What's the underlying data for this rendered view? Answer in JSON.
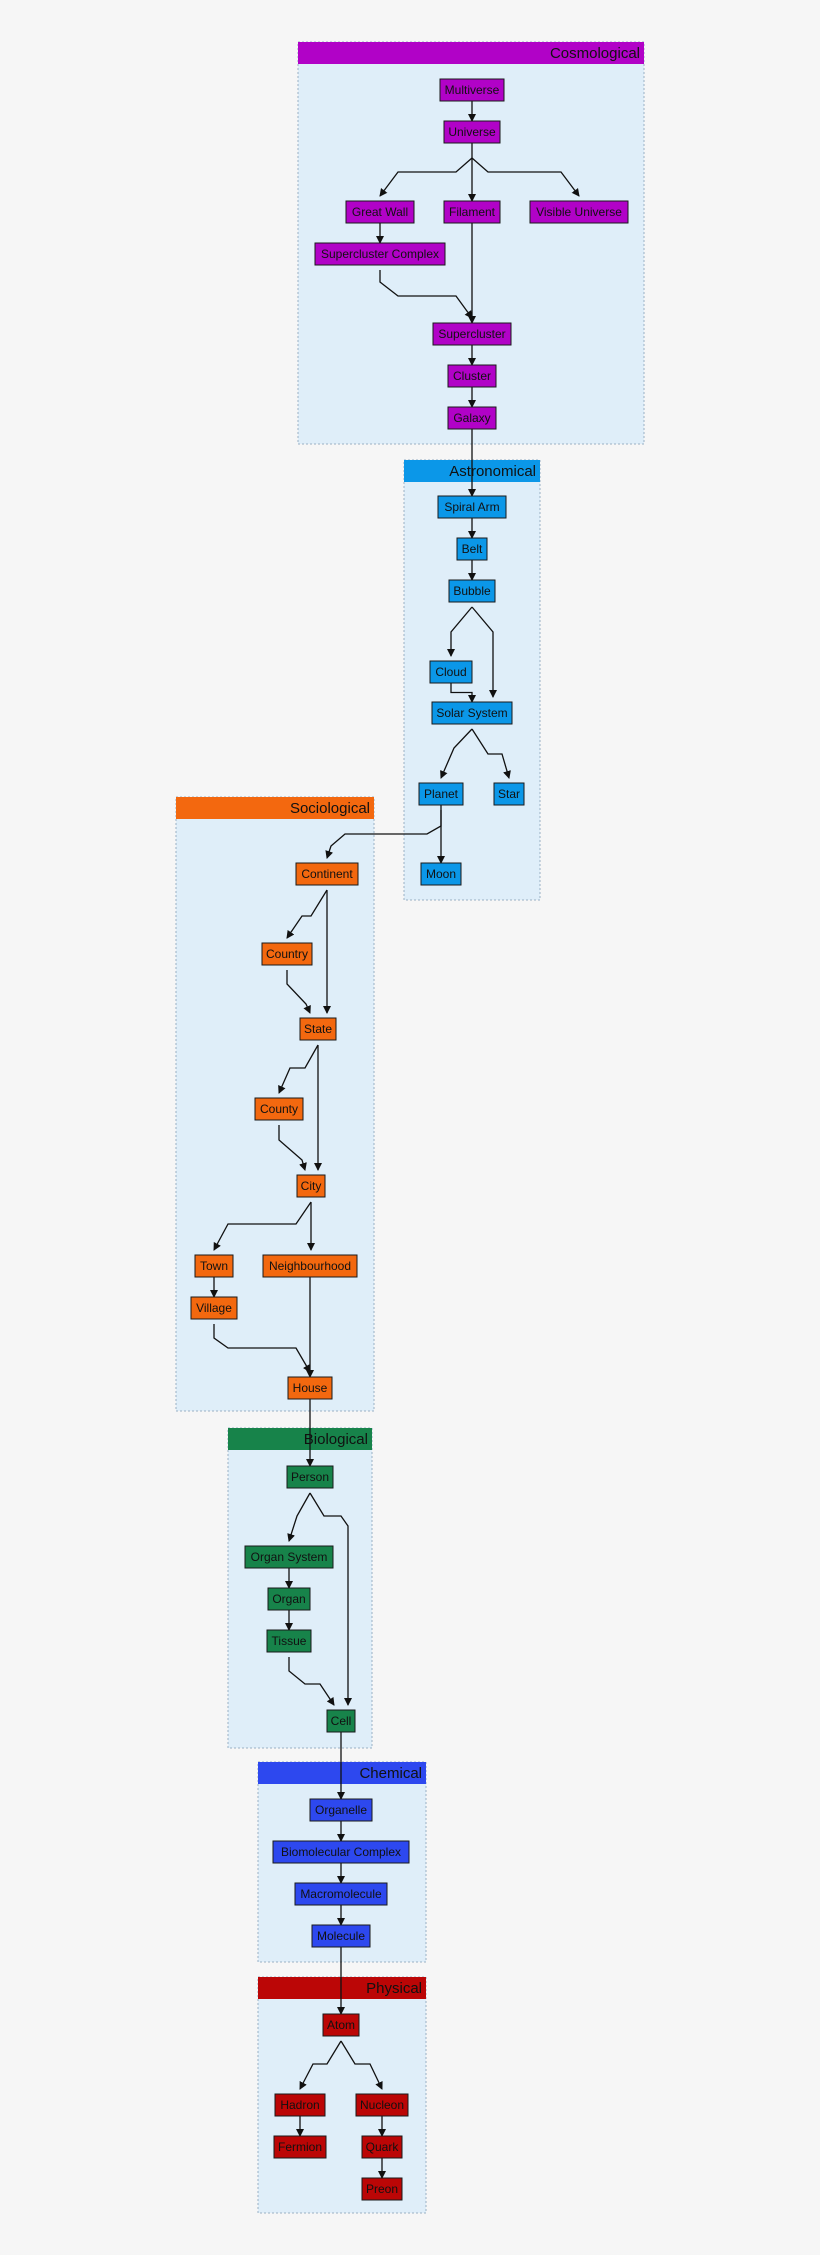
{
  "groups": [
    {
      "id": "cosmological",
      "title": "Cosmological",
      "color": "#b102c7",
      "nodes": [
        {
          "id": "multiverse",
          "label": "Multiverse"
        },
        {
          "id": "universe",
          "label": "Universe"
        },
        {
          "id": "great-wall",
          "label": "Great Wall"
        },
        {
          "id": "filament",
          "label": "Filament"
        },
        {
          "id": "visible-universe",
          "label": "Visible Universe"
        },
        {
          "id": "supercluster-complex",
          "label": "Supercluster Complex"
        },
        {
          "id": "supercluster",
          "label": "Supercluster"
        },
        {
          "id": "cluster",
          "label": "Cluster"
        },
        {
          "id": "galaxy",
          "label": "Galaxy"
        }
      ]
    },
    {
      "id": "astronomical",
      "title": "Astronomical",
      "color": "#0b97e8",
      "nodes": [
        {
          "id": "spiral-arm",
          "label": "Spiral Arm"
        },
        {
          "id": "belt",
          "label": "Belt"
        },
        {
          "id": "bubble",
          "label": "Bubble"
        },
        {
          "id": "cloud",
          "label": "Cloud"
        },
        {
          "id": "solar-system",
          "label": "Solar System"
        },
        {
          "id": "planet",
          "label": "Planet"
        },
        {
          "id": "star",
          "label": "Star"
        },
        {
          "id": "moon",
          "label": "Moon"
        }
      ]
    },
    {
      "id": "sociological",
      "title": "Sociological",
      "color": "#f3680f",
      "nodes": [
        {
          "id": "continent",
          "label": "Continent"
        },
        {
          "id": "country",
          "label": "Country"
        },
        {
          "id": "state",
          "label": "State"
        },
        {
          "id": "county",
          "label": "County"
        },
        {
          "id": "city",
          "label": "City"
        },
        {
          "id": "town",
          "label": "Town"
        },
        {
          "id": "neighbourhood",
          "label": "Neighbourhood"
        },
        {
          "id": "village",
          "label": "Village"
        },
        {
          "id": "house",
          "label": "House"
        }
      ]
    },
    {
      "id": "biological",
      "title": "Biological",
      "color": "#17834a",
      "nodes": [
        {
          "id": "person",
          "label": "Person"
        },
        {
          "id": "organ-system",
          "label": "Organ System"
        },
        {
          "id": "organ",
          "label": "Organ"
        },
        {
          "id": "tissue",
          "label": "Tissue"
        },
        {
          "id": "cell",
          "label": "Cell"
        }
      ]
    },
    {
      "id": "chemical",
      "title": "Chemical",
      "color": "#2d48ef",
      "nodes": [
        {
          "id": "organelle",
          "label": "Organelle"
        },
        {
          "id": "biomolecular-complex",
          "label": "Biomolecular Complex"
        },
        {
          "id": "macromolecule",
          "label": "Macromolecule"
        },
        {
          "id": "molecule",
          "label": "Molecule"
        }
      ]
    },
    {
      "id": "physical",
      "title": "Physical",
      "color": "#bb0606",
      "nodes": [
        {
          "id": "atom",
          "label": "Atom"
        },
        {
          "id": "hadron",
          "label": "Hadron"
        },
        {
          "id": "nucleon",
          "label": "Nucleon"
        },
        {
          "id": "fermion",
          "label": "Fermion"
        },
        {
          "id": "quark",
          "label": "Quark"
        },
        {
          "id": "preon",
          "label": "Preon"
        }
      ]
    }
  ],
  "edges": [
    [
      "multiverse",
      "universe"
    ],
    [
      "universe",
      "great-wall"
    ],
    [
      "universe",
      "filament"
    ],
    [
      "universe",
      "visible-universe"
    ],
    [
      "great-wall",
      "supercluster-complex"
    ],
    [
      "filament",
      "supercluster"
    ],
    [
      "supercluster-complex",
      "supercluster"
    ],
    [
      "supercluster",
      "cluster"
    ],
    [
      "cluster",
      "galaxy"
    ],
    [
      "galaxy",
      "spiral-arm"
    ],
    [
      "spiral-arm",
      "belt"
    ],
    [
      "belt",
      "bubble"
    ],
    [
      "bubble",
      "cloud"
    ],
    [
      "bubble",
      "solar-system"
    ],
    [
      "cloud",
      "solar-system"
    ],
    [
      "solar-system",
      "planet"
    ],
    [
      "solar-system",
      "star"
    ],
    [
      "planet",
      "moon"
    ],
    [
      "planet",
      "continent"
    ],
    [
      "continent",
      "country"
    ],
    [
      "continent",
      "state"
    ],
    [
      "country",
      "state"
    ],
    [
      "state",
      "county"
    ],
    [
      "state",
      "city"
    ],
    [
      "county",
      "city"
    ],
    [
      "city",
      "town"
    ],
    [
      "city",
      "neighbourhood"
    ],
    [
      "town",
      "village"
    ],
    [
      "village",
      "house"
    ],
    [
      "neighbourhood",
      "house"
    ],
    [
      "house",
      "person"
    ],
    [
      "person",
      "organ-system"
    ],
    [
      "person",
      "cell"
    ],
    [
      "organ-system",
      "organ"
    ],
    [
      "organ",
      "tissue"
    ],
    [
      "tissue",
      "cell"
    ],
    [
      "cell",
      "organelle"
    ],
    [
      "organelle",
      "biomolecular-complex"
    ],
    [
      "biomolecular-complex",
      "macromolecule"
    ],
    [
      "macromolecule",
      "molecule"
    ],
    [
      "molecule",
      "atom"
    ],
    [
      "atom",
      "hadron"
    ],
    [
      "atom",
      "nucleon"
    ],
    [
      "hadron",
      "fermion"
    ],
    [
      "nucleon",
      "quark"
    ],
    [
      "quark",
      "preon"
    ]
  ]
}
